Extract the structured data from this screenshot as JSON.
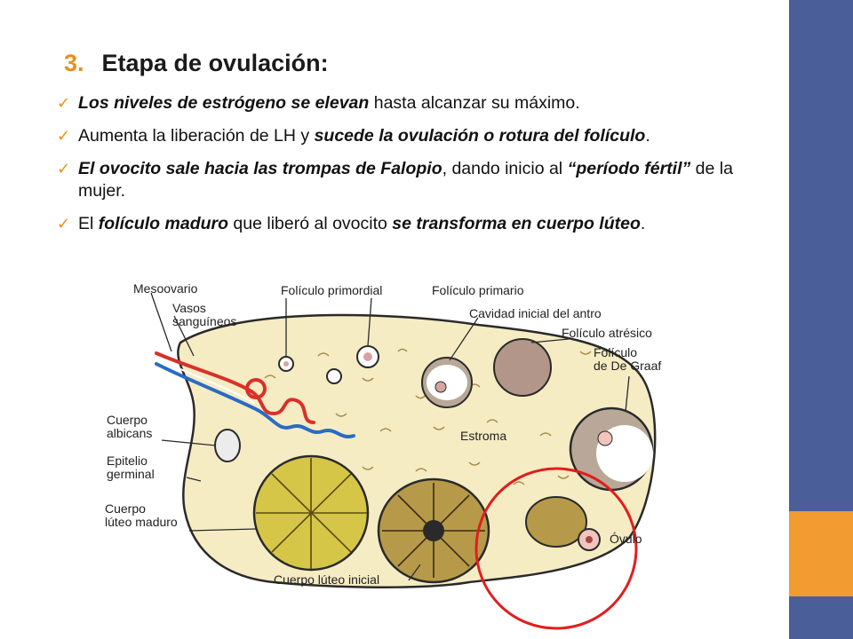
{
  "slide": {
    "heading_number": "3.",
    "heading": "Etapa de ovulación:",
    "bullets": [
      [
        {
          "t": "Los niveles de estrógeno se elevan",
          "s": "bi"
        },
        {
          "t": " hasta alcanzar su máximo.",
          "s": ""
        }
      ],
      [
        {
          "t": "Aumenta la liberación de LH y ",
          "s": ""
        },
        {
          "t": "sucede la ovulación o rotura del folículo",
          "s": "bi"
        },
        {
          "t": ".",
          "s": ""
        }
      ],
      [
        {
          "t": "El ovocito sale hacia las trompas de Falopio",
          "s": "bi"
        },
        {
          "t": ", dando inicio al ",
          "s": ""
        },
        {
          "t": "“período fértil”",
          "s": "bi"
        },
        {
          "t": " de la mujer.",
          "s": ""
        }
      ],
      [
        {
          "t": "El ",
          "s": ""
        },
        {
          "t": "folículo maduro",
          "s": "bi"
        },
        {
          "t": " que liberó al ovocito ",
          "s": ""
        },
        {
          "t": "se transforma en cuerpo lúteo",
          "s": "bi"
        },
        {
          "t": ".",
          "s": ""
        }
      ]
    ]
  },
  "figure": {
    "labels": {
      "mesoovario": "Mesoovario",
      "vasos_1": "Vasos",
      "vasos_2": "sanguíneos",
      "foliculo_primordial": "Folículo primordial",
      "foliculo_primario": "Folículo primario",
      "cavidad": "Cavidad inicial del antro",
      "atresico": "Folículo atrésico",
      "graaf_1": "Folículo",
      "graaf_2": "de De Graaf",
      "albicans_1": "Cuerpo",
      "albicans_2": "albicans",
      "epitelio_1": "Epitelio",
      "epitelio_2": "germinal",
      "luteo_maduro_1": "Cuerpo",
      "luteo_maduro_2": "lúteo maduro",
      "estroma": "Estroma",
      "ovulo": "Óvulo",
      "luteo_inicial": "Cuerpo lúteo inicial"
    },
    "colors": {
      "stroma": "#f5ecc4",
      "outline": "#2a2a2a",
      "artery": "#d8312a",
      "vein": "#2a6bc4",
      "luteum": "#d6c648",
      "luteum_dark": "#7a6a1e",
      "follicle": "#b9a898",
      "highlight_circle": "#e21d1d"
    }
  },
  "layout_accents": {
    "band_blue": "#4a5f9a",
    "band_orange": "#f29b30",
    "bullet_accent": "#e8901c"
  }
}
